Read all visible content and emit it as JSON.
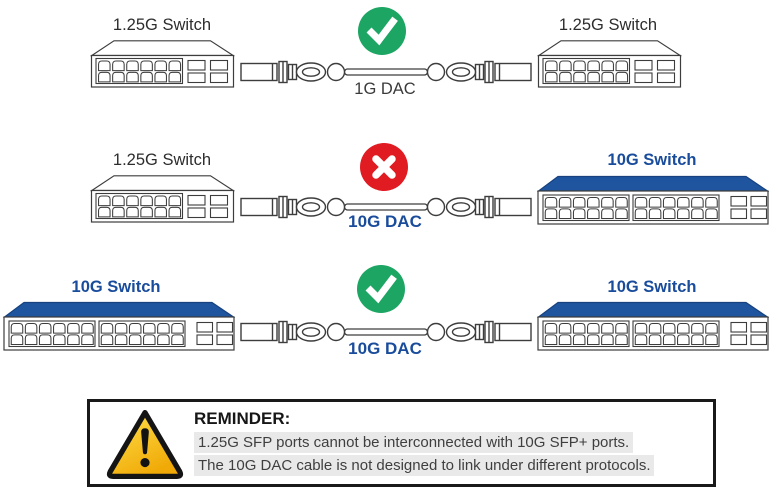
{
  "colors": {
    "accent_blue_text": "#1a4c9c",
    "switch_top_blue": "#1f559f",
    "status_green": "#1da563",
    "status_red": "#e11b22",
    "warning_yellow": "#f6b50a",
    "outline_gray": "#3d3d3d",
    "highlight_gray": "#e9e9e9"
  },
  "icons": {
    "ok": "check-icon",
    "error": "cross-icon",
    "reminder": "warning-triangle-icon"
  },
  "rows": [
    {
      "status": "ok",
      "left_switch": {
        "label": "1.25G Switch",
        "type": "1.25g-12-port-4-sfp"
      },
      "cable_label": "1G DAC",
      "right_switch": {
        "label": "1.25G Switch",
        "type": "1.25g-12-port-4-sfp"
      }
    },
    {
      "status": "error",
      "left_switch": {
        "label": "1.25G Switch",
        "type": "1.25g-12-port-4-sfp"
      },
      "cable_label": "10G DAC",
      "right_switch": {
        "label": "10G Switch",
        "type": "10g-24-port-4-sfp"
      }
    },
    {
      "status": "ok",
      "left_switch": {
        "label": "10G Switch",
        "type": "10g-24-port-4-sfp"
      },
      "cable_label": "10G DAC",
      "right_switch": {
        "label": "10G Switch",
        "type": "10g-24-port-4-sfp"
      }
    }
  ],
  "reminder": {
    "title": "REMINDER:",
    "lines": [
      "1.25G SFP ports cannot be interconnected with 10G SFP+ ports.",
      "The 10G DAC cable is not designed to link under different protocols."
    ]
  }
}
